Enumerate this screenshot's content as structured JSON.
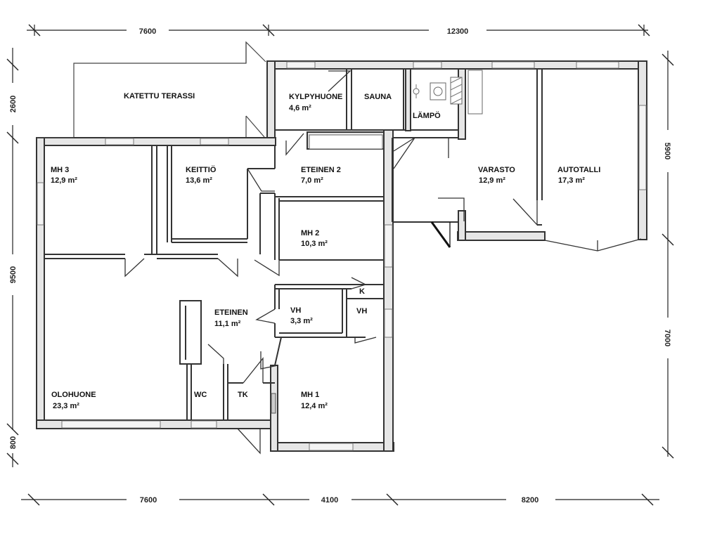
{
  "rooms": {
    "terrace": {
      "name": "KATETTU TERASSI"
    },
    "bathroom": {
      "name": "KYLPYHUONE",
      "area": "4,6 m²"
    },
    "sauna": {
      "name": "SAUNA"
    },
    "heating": {
      "name": "LÄMPÖ"
    },
    "storage": {
      "name": "VARASTO",
      "area": "12,9 m²"
    },
    "garage": {
      "name": "AUTOTALLI",
      "area": "17,3 m²"
    },
    "bedroom3": {
      "name": "MH 3",
      "area": "12,9 m²"
    },
    "kitchen": {
      "name": "KEITTIÖ",
      "area": "13,6 m²"
    },
    "hall2": {
      "name": "ETEINEN 2",
      "area": "7,0 m²"
    },
    "bedroom2": {
      "name": "MH 2",
      "area": "10,3 m²"
    },
    "closet_k": {
      "name": "K"
    },
    "closet_vh_small": {
      "name": "VH"
    },
    "closet_vh": {
      "name": "VH",
      "area": "3,3 m²"
    },
    "hall": {
      "name": "ETEINEN",
      "area": "11,1 m²"
    },
    "living": {
      "name": "OLOHUONE",
      "area": "23,3 m²"
    },
    "wc": {
      "name": "WC"
    },
    "tk": {
      "name": "TK"
    },
    "bedroom1": {
      "name": "MH 1",
      "area": "12,4 m²"
    }
  },
  "dimensions": {
    "top": [
      "7600",
      "12300"
    ],
    "bottom": [
      "7600",
      "4100",
      "8200"
    ],
    "left": [
      "2600",
      "9500",
      "800"
    ],
    "right": [
      "5900",
      "7000"
    ]
  }
}
